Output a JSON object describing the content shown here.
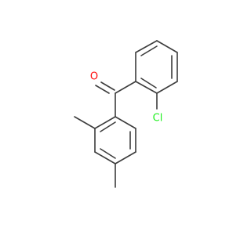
{
  "atoms": [
    {
      "id": "O",
      "label": "O",
      "color": "#ff0d0d"
    },
    {
      "id": "Cl",
      "label": "Cl",
      "color": "#1ff01f"
    }
  ],
  "colors": {
    "bond": "#3c3c3c",
    "background": "#ffffff"
  }
}
